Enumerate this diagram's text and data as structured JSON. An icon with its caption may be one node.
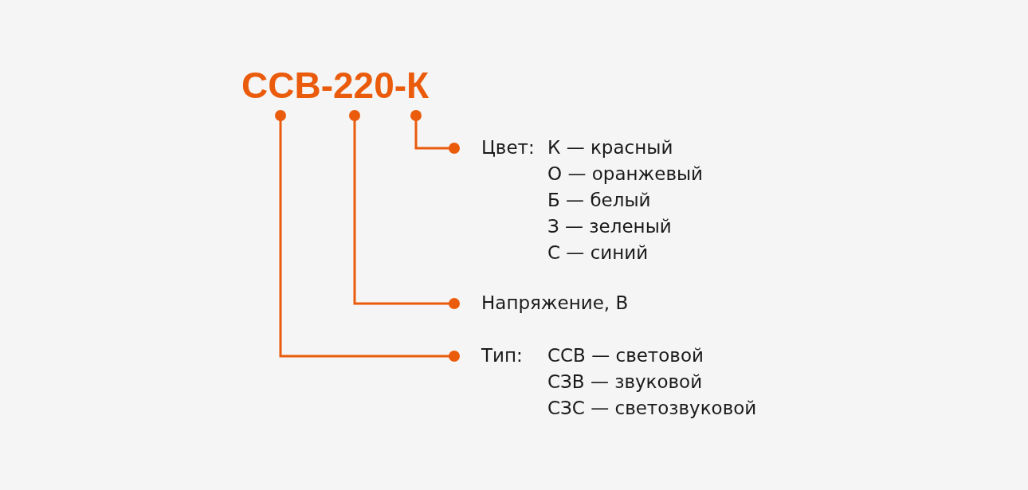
{
  "diagram": {
    "nodes": [
      {
        "text": [
          "ССВ-220-К"
        ]
      },
      {
        "text": [
          "Цвет:",
          "К — красный",
          "О — оранжевый",
          "Б — белый",
          "З — зеленый",
          "С — синий"
        ]
      },
      {
        "text": [
          "Напряжение, В"
        ]
      },
      {
        "text": [
          "Тип:",
          "ССВ — световой",
          "СЗВ — звуковой",
          "СЗС — светозвуковой"
        ]
      }
    ],
    "edges": [
      {
        "from": 1,
        "to": 0,
        "arrow": "other",
        "color": "#ea5b0c"
      },
      {
        "from": 2,
        "to": 0,
        "arrow": "other",
        "color": "#ea5b0c"
      },
      {
        "from": 3,
        "to": 0,
        "arrow": "other",
        "color": "#ea5b0c"
      }
    ]
  }
}
